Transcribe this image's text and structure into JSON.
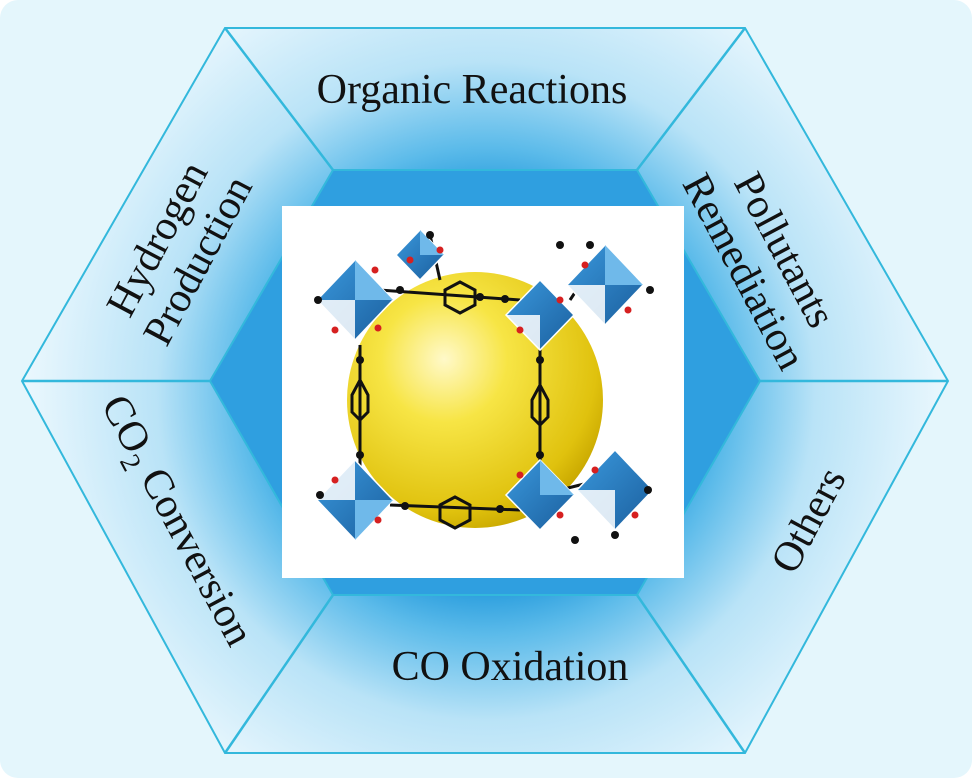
{
  "segments": {
    "top": {
      "label": "Organic Reactions"
    },
    "upper_right": {
      "line1": "Pollutants",
      "line2": "Remediation"
    },
    "lower_right": {
      "label": "Others"
    },
    "bottom": {
      "label": "CO Oxidation"
    },
    "lower_left": {
      "co": "CO",
      "sub": "2",
      "rest": " Conversion"
    },
    "upper_left": {
      "line1": "Hydrogen",
      "line2": "Production"
    }
  },
  "center_image": {
    "name": "metal-organic-framework-structure"
  },
  "colors": {
    "background_panel": "#e4f6fc",
    "ring_outer": "#e8f7fd",
    "ring_inner": "#3fa9e2",
    "divider": "#33b8dc",
    "center_fill": "#ffffff",
    "sphere": "#f2dc2b",
    "polyhedra": "#2f7fc0",
    "linker_atoms": "#111111",
    "oxygen_atoms": "#d62020"
  }
}
